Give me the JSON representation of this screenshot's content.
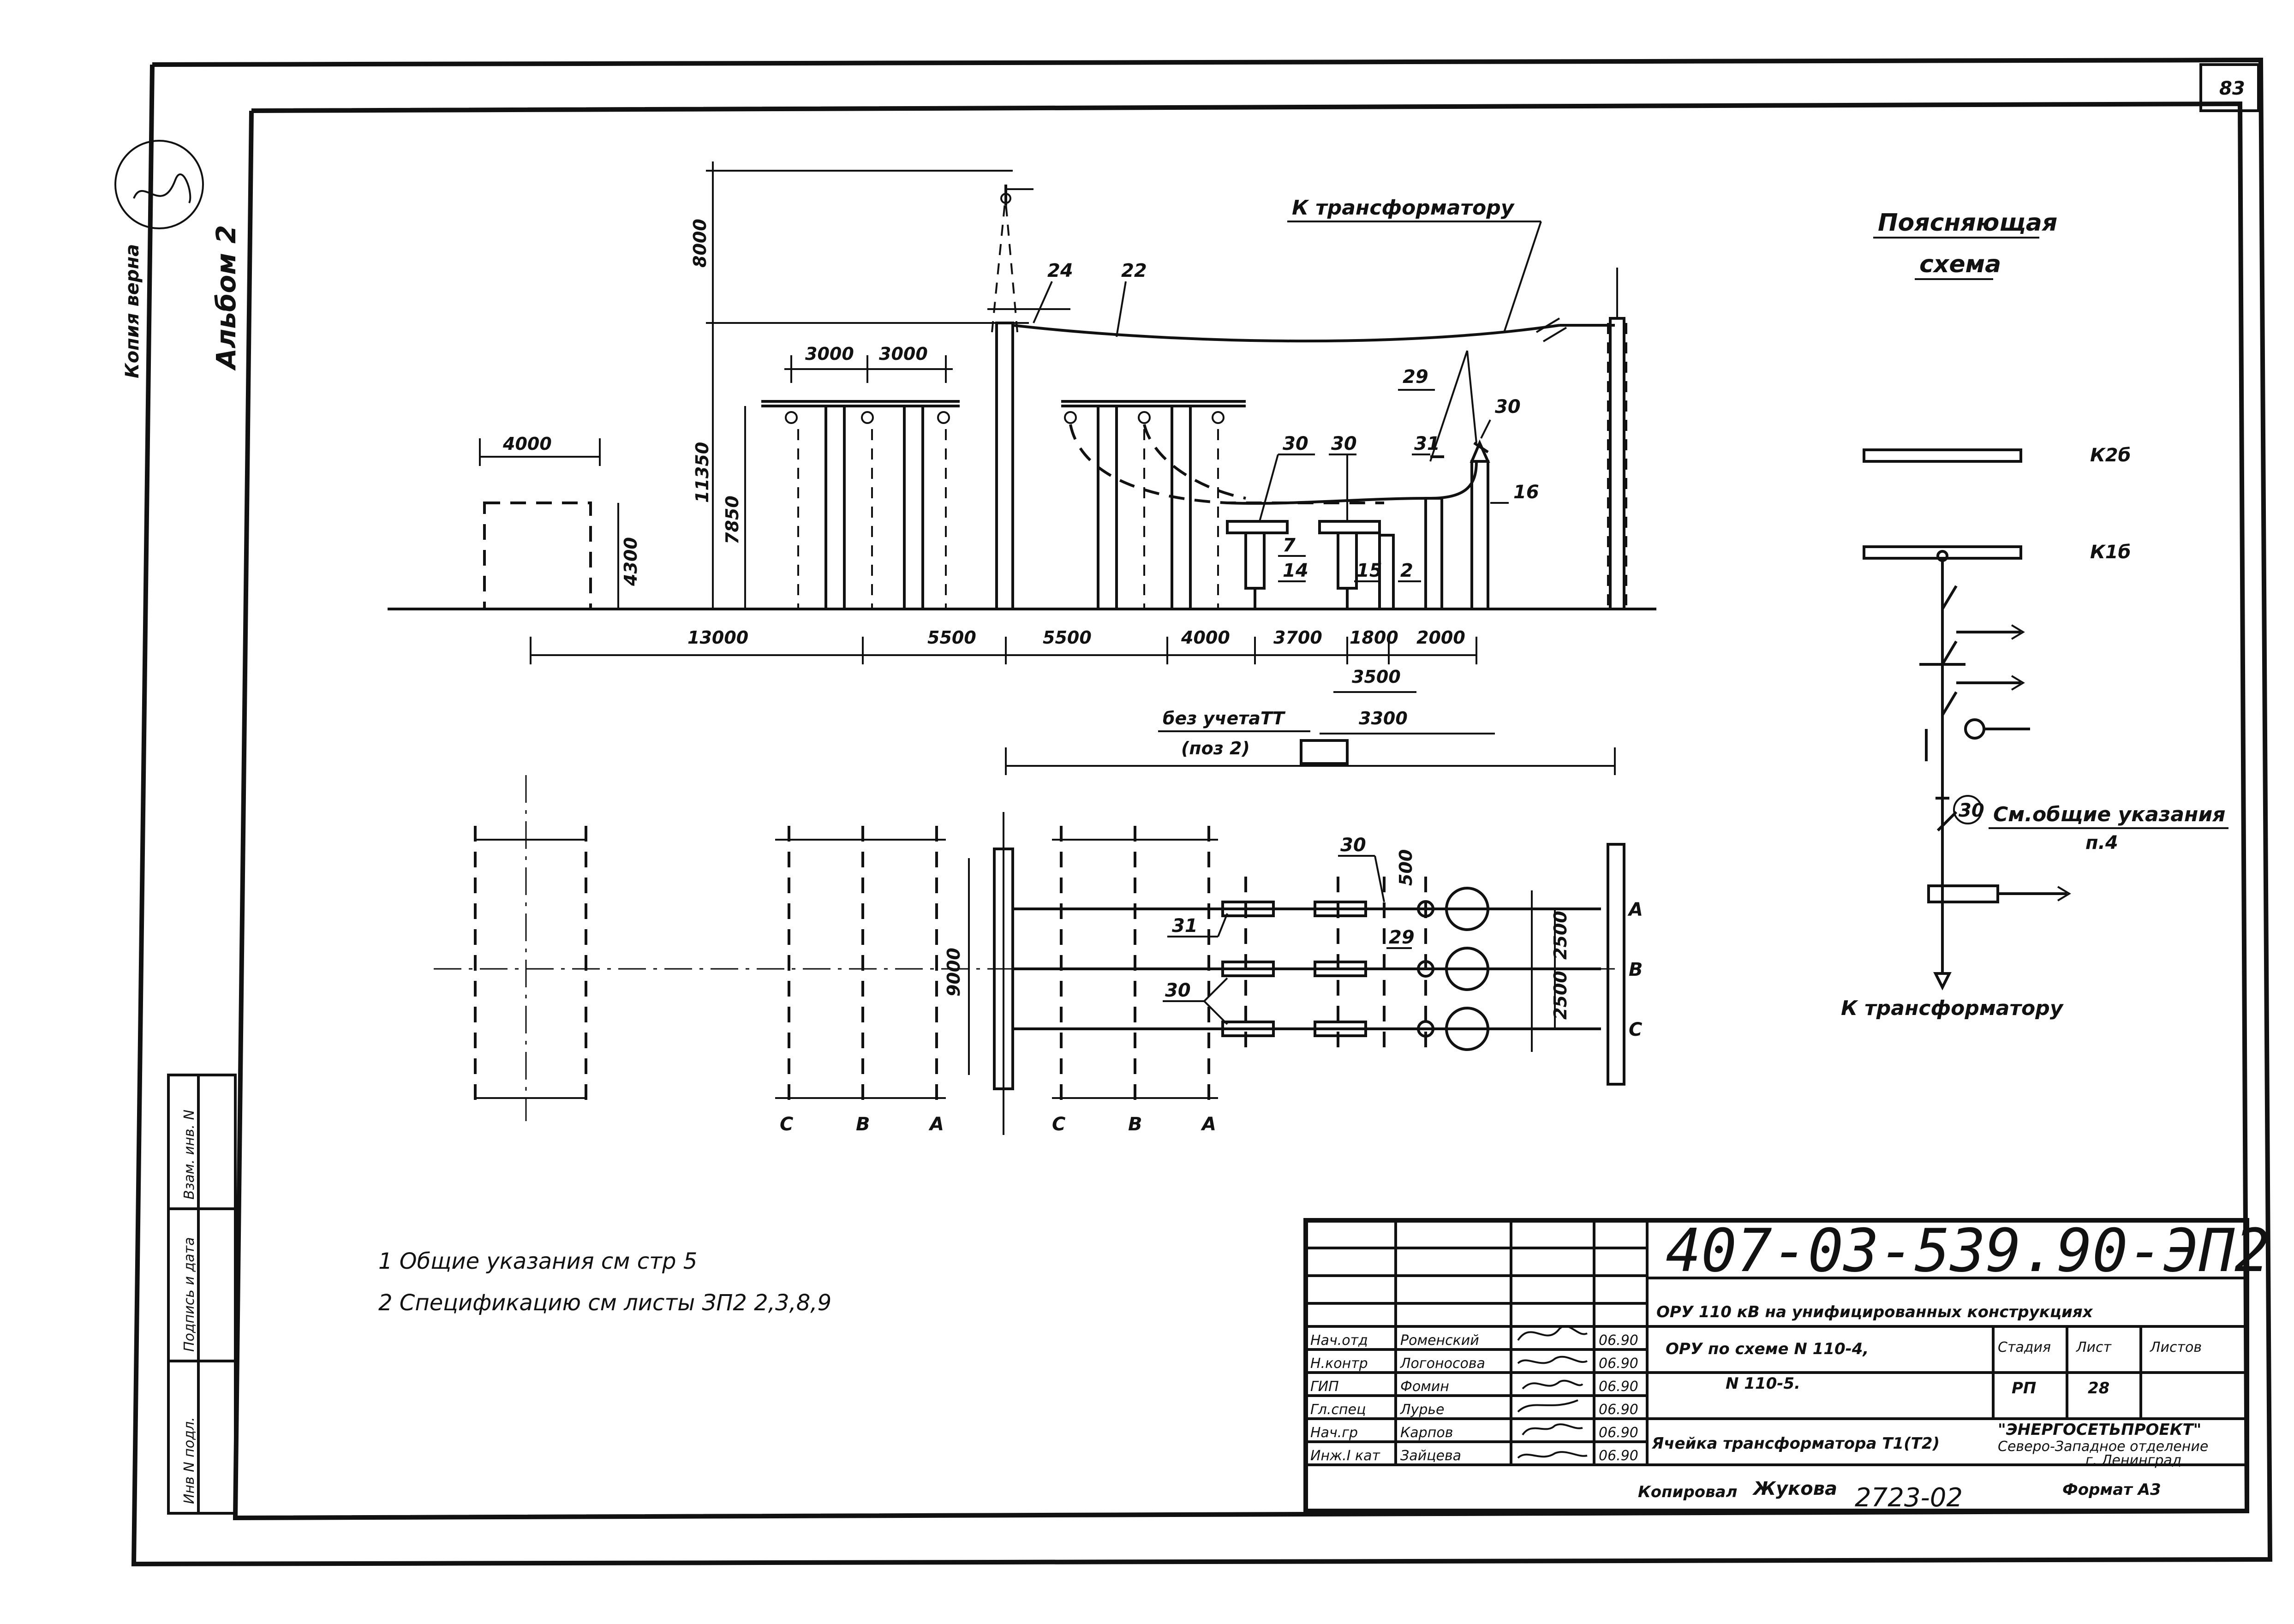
{
  "sheet_number": "83",
  "side": {
    "copy_label": "Копия верна",
    "album_label": "Альбом 2"
  },
  "stamp_columns": [
    "Инв N подл.",
    "Подпись и дата",
    "Взам. инв. N"
  ],
  "elevation": {
    "dimensions": {
      "d8000": "8000",
      "d11350": "11350",
      "d7850": "7850",
      "d4300": "4300",
      "d4000": "4000",
      "d3000a": "3000",
      "d3000b": "3000",
      "bottom": [
        "13000",
        "5500",
        "5500",
        "4000",
        "3700",
        "1800",
        "2000"
      ],
      "d3500": "3500",
      "d3300": "3300"
    },
    "to_transformer": "К трансформатору",
    "callouts": [
      "24",
      "22",
      "29",
      "30",
      "16",
      "30",
      "30",
      "31",
      "7",
      "14",
      "15",
      "2"
    ],
    "ct_note_line1": "без учетаТТ",
    "ct_note_line2": "(поз 2)"
  },
  "plan": {
    "phase_labels_left": [
      "С",
      "В",
      "А"
    ],
    "phase_labels_mid": [
      "С",
      "В",
      "А"
    ],
    "phase_labels_right": [
      "А",
      "В",
      "С"
    ],
    "dimensions": {
      "d9000": "9000",
      "d500": "500",
      "d2500a": "2500",
      "d2500b": "2500"
    },
    "callouts": [
      "30",
      "31",
      "29",
      "30"
    ]
  },
  "explanatory": {
    "title_line1": "Поясняющая",
    "title_line2": "схема",
    "bus1": "К2б",
    "bus2": "К1б",
    "note_ref_line1": "См.общие указания",
    "note_ref_line2": "п.4",
    "callout": "30",
    "to_transformer": "К трансформатору"
  },
  "notes": [
    "1  Общие   указания  см  стр 5",
    "2  Спецификацию  см  листы ЗП2  2,3,8,9"
  ],
  "title_block": {
    "code": "407-03-539.90-ЭП2",
    "project": "ОРУ 110 кВ на унифицированных конструкциях",
    "subtitle_line1": "ОРУ по схеме N 110-4,",
    "subtitle_line2": "N 110-5.",
    "sheet_title": "Ячейка трансформатора Т1(Т2)",
    "stage_header": "Стадия",
    "sheet_header": "Лист",
    "sheets_header": "Листов",
    "stage": "РП",
    "sheet": "28",
    "org_line1": "\"ЭНЕРГОСЕТЬПРОЕКТ\"",
    "org_line2": "Северо-Западное отделение",
    "org_line3": "г. Ленинград",
    "people": [
      {
        "role": "Нач.отд",
        "name": "Роменский",
        "date": "06.90"
      },
      {
        "role": "Н.контр",
        "name": "Логоносова",
        "date": "06.90"
      },
      {
        "role": "ГИП",
        "name": "Фомин",
        "date": "06.90"
      },
      {
        "role": "Гл.спец",
        "name": "Лурье",
        "date": "06.90"
      },
      {
        "role": "Нач.гр",
        "name": "Карпов",
        "date": "06.90"
      },
      {
        "role": "Инж.I кат",
        "name": "Зайцева",
        "date": "06.90"
      }
    ],
    "copied_label": "Копировал",
    "copied_name": "Жукова",
    "order_number": "2723-02",
    "format": "Формат А3"
  }
}
